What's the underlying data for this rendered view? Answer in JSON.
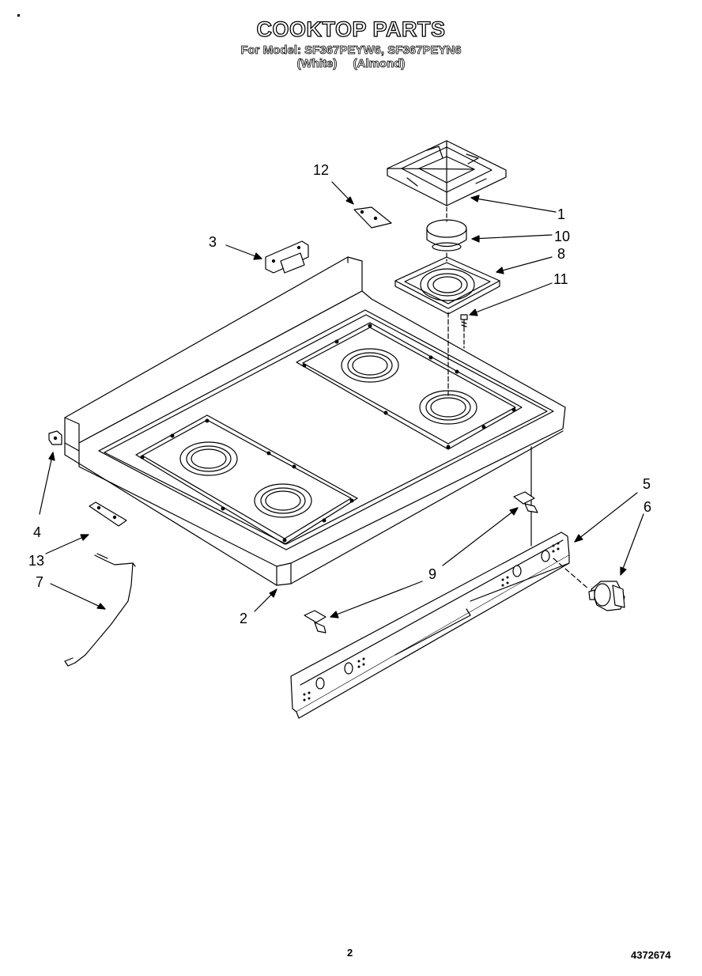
{
  "header": {
    "title": "COOKTOP PARTS",
    "model_line": "For Model: SF367PEYW6, SF367PEYN6",
    "variants": [
      "(White)",
      "(Almond)"
    ]
  },
  "callouts": {
    "c1": "1",
    "c2": "2",
    "c3": "3",
    "c4": "4",
    "c5": "5",
    "c6": "6",
    "c7": "7",
    "c8": "8",
    "c9": "9",
    "c10": "10",
    "c11": "11",
    "c12": "12",
    "c13": "13"
  },
  "footer": {
    "page_number": "2",
    "doc_number": "4372674"
  }
}
